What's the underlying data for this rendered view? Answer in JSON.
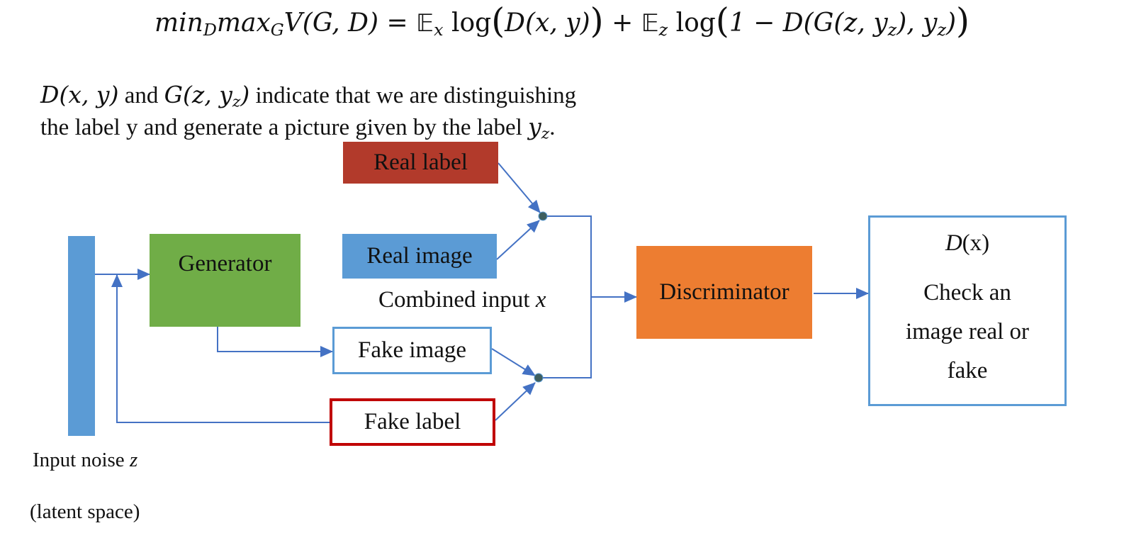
{
  "formula": {
    "lhs_min": "min",
    "lhs_min_sub": "D",
    "lhs_max": "max",
    "lhs_max_sub": "G",
    "lhs_v": "V(G, D) = ",
    "e1": "𝔼",
    "e1_sub": "x",
    "term1": " log",
    "term1_arg": "D(x, y)",
    "plus": " + ",
    "e2": "𝔼",
    "e2_sub": "z",
    "term2": " log",
    "term2_pre": "1 − D(G(z, y",
    "term2_sub1": "z",
    "term2_mid": "), y",
    "term2_sub2": "z",
    "term2_end": ")"
  },
  "description": {
    "d_expr": "D(x, y)",
    "and": " and ",
    "g_expr": "G(z, y",
    "g_sub": "z",
    "g_end": ")",
    "text": " indicate that we are distinguishing the label y and generate a picture given by the label ",
    "y": "y",
    "y_sub": "z",
    "period": "."
  },
  "nodes": {
    "generator": "Generator",
    "real_label": "Real label",
    "real_image": "Real image",
    "fake_image": "Fake image",
    "fake_label": "Fake label",
    "discriminator": "Discriminator",
    "output_title_d": "D",
    "output_title_x": "(x)",
    "output_text": "Check an image real or fake"
  },
  "labels": {
    "combined": "Combined input ",
    "combined_var": "x",
    "noise": "Input noise ",
    "noise_var": "z",
    "latent": "(latent space)"
  },
  "colors": {
    "noise_bar": "#5b9bd5",
    "generator": "#70ad47",
    "real_label": "#b23a2b",
    "real_image": "#5b9bd5",
    "fake_label_border": "#c00000",
    "discriminator": "#ed7d31",
    "wire": "#4472c4"
  }
}
